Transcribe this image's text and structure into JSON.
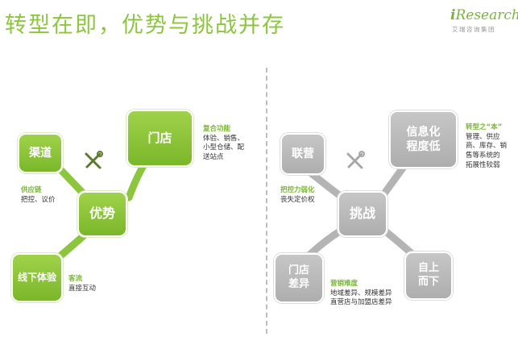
{
  "title": "转型在即，优势与挑战并存",
  "logo": {
    "word": "Research",
    "subtitle": "艾瑞咨询集团"
  },
  "colors": {
    "green": "#8cc63f",
    "green_dark": "#7bb72a",
    "gray": "#b4b4b4",
    "label_green": "#7ab539"
  },
  "left": {
    "center": "优势",
    "nodes": {
      "channel": "渠道",
      "store": "门店",
      "offline": "线下体验"
    },
    "notes": {
      "store_title": "复合功能",
      "store_lines": [
        "体验、销售、",
        "小型仓储、配",
        "送站点"
      ],
      "channel_title": "供应链",
      "channel_lines": [
        "把控、议价"
      ],
      "offline_title": "客流",
      "offline_lines": [
        "直接互动"
      ]
    },
    "tool_icon": "wrench-screwdriver-icon"
  },
  "right": {
    "center": "挑战",
    "nodes": {
      "franchise": "联营",
      "it": "信息化程度低",
      "store": "门店差异",
      "topdown": "自上而下"
    },
    "notes": {
      "it_title": "转型之“本”",
      "it_lines": [
        "管理、供应",
        "商、库存、销",
        "售等系统的",
        "拓展性较弱"
      ],
      "franchise_title": "把控力弱化",
      "franchise_lines": [
        "丧失定价权"
      ],
      "bottom_title": "营销难度",
      "bottom_lines": [
        "地域差异、规模差异",
        "直营店与加盟店差异"
      ]
    },
    "tool_icon": "wrench-screwdriver-icon"
  }
}
